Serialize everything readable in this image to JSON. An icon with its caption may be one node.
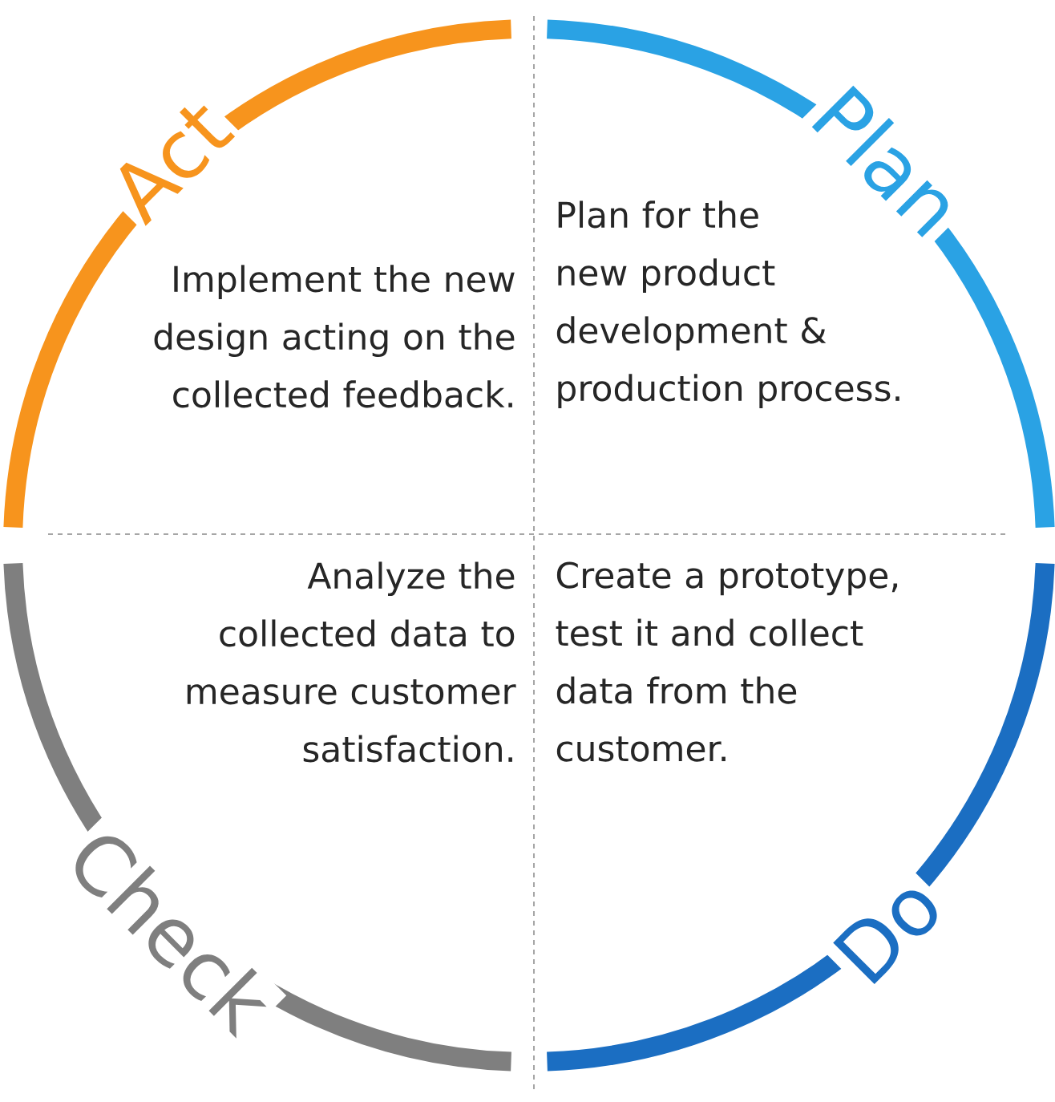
{
  "diagram": {
    "nodes": [
      {
        "text": [
          "Act",
          "Implement the new design acting on the collected feedback."
        ]
      },
      {
        "text": [
          "Plan",
          "Plan for the new product development & production process."
        ]
      },
      {
        "text": [
          "Check",
          "Analyze the collected data to measure customer satisfaction."
        ]
      },
      {
        "text": [
          "Do",
          "Create a prototype, test it and collect data from the customer."
        ]
      }
    ]
  }
}
